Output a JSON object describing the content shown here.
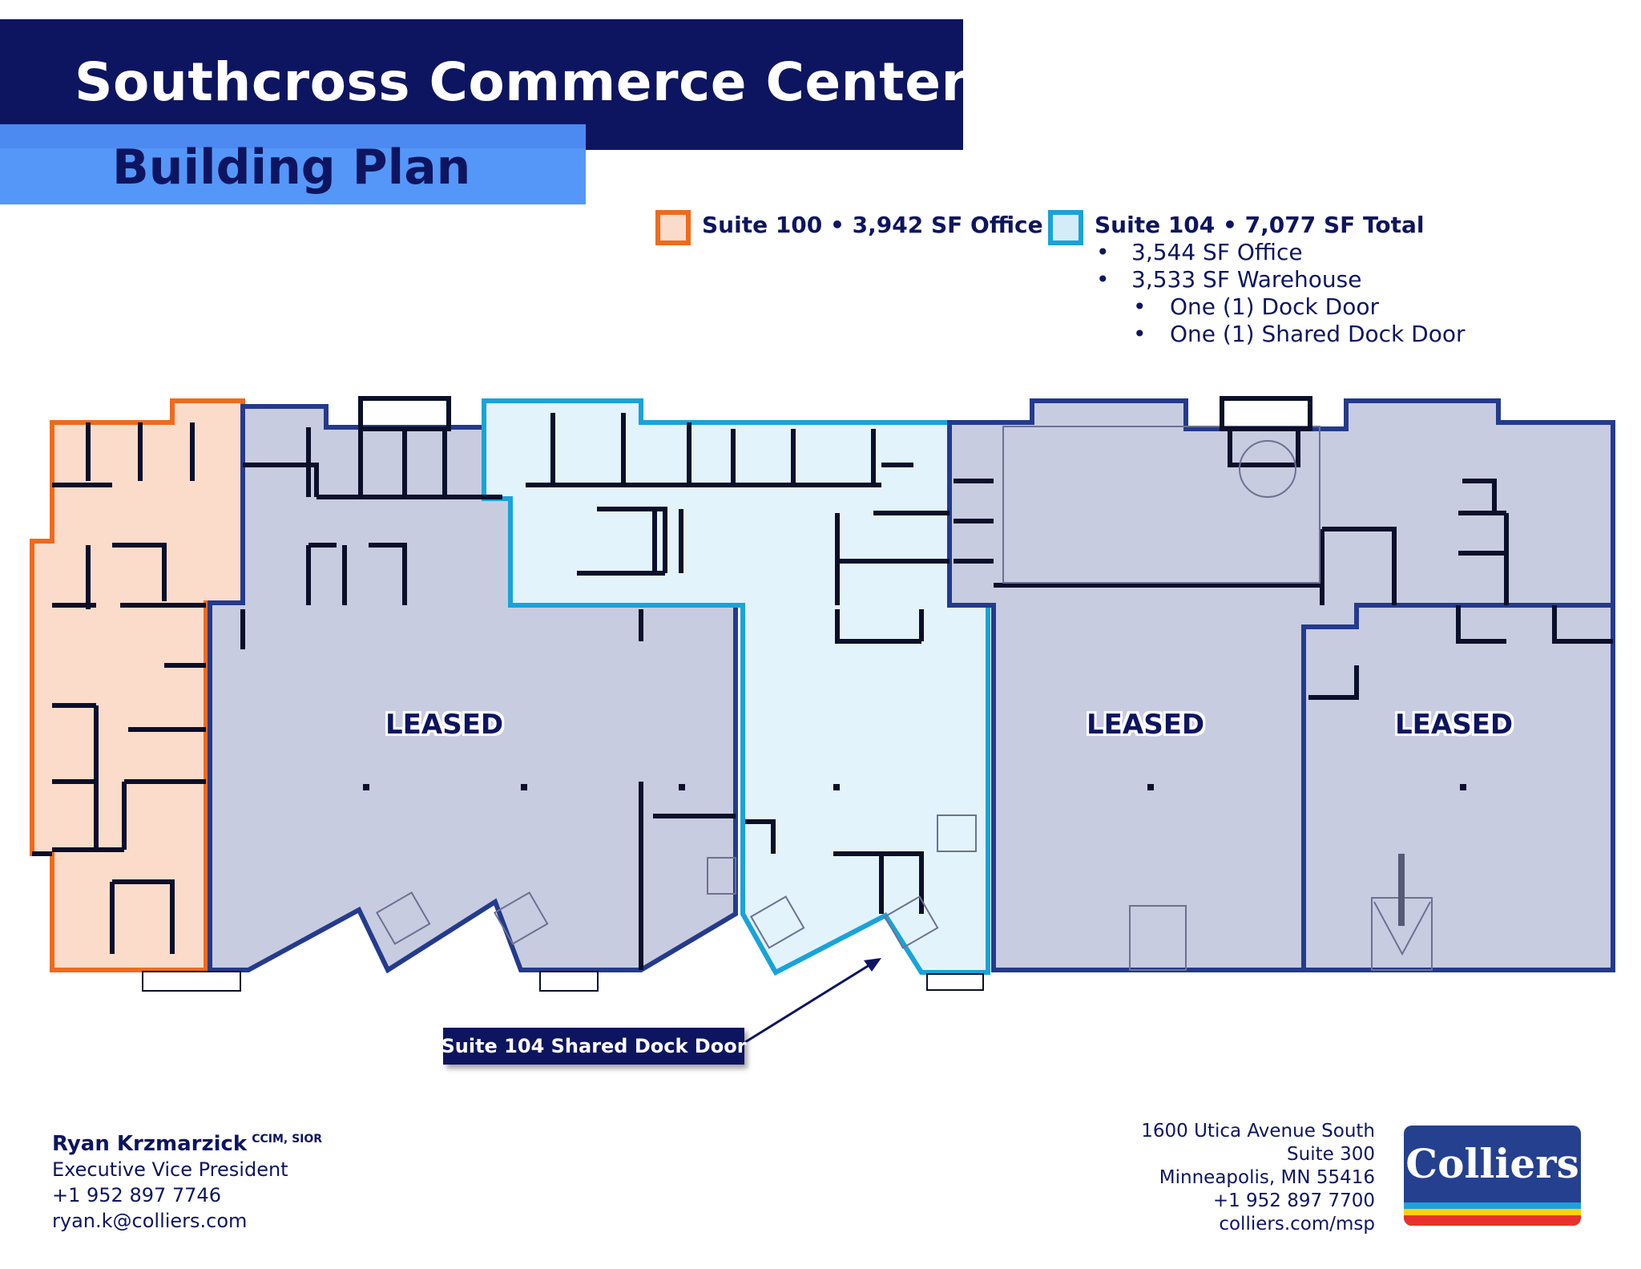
{
  "header": {
    "title": "Southcross Commerce Center II",
    "subtitle": "Building Plan"
  },
  "legend": {
    "suite100": {
      "label": "Suite 100 • 3,942 SF Office",
      "swatch_fill": "#fbdccb",
      "swatch_border": "#f06a1c"
    },
    "suite104": {
      "label": "Suite 104 • 7,077 SF Total",
      "swatch_fill": "#d4ecf8",
      "swatch_border": "#18a3d9",
      "items": [
        {
          "bullet": "•",
          "text": "3,544 SF Office"
        },
        {
          "bullet": "•",
          "text": "3,533 SF Warehouse"
        }
      ],
      "subitems": [
        {
          "bullet": "•",
          "text": "One (1) Dock Door"
        },
        {
          "bullet": "•",
          "text": "One (1) Shared Dock Door"
        }
      ]
    }
  },
  "plan": {
    "leased_labels": [
      "LEASED",
      "LEASED",
      "LEASED"
    ],
    "callout": "Suite 104 Shared Dock Door",
    "colors": {
      "suite100_fill": "#fbdccb",
      "suite100_outline": "#f06a1c",
      "suite104_fill": "#e3f3fb",
      "suite104_outline": "#18a3d9",
      "leased_fill": "#c8cce1",
      "leased_outline": "#243a8c",
      "wall": "#0a0f2a"
    }
  },
  "contact": {
    "name": "Ryan Krzmarzick",
    "credentials": "CCIM, SIOR",
    "title": "Executive Vice President",
    "phone": "+1 952 897 7746",
    "email": "ryan.k@colliers.com"
  },
  "office": {
    "line1": "1600 Utica Avenue South",
    "line2": "Suite 300",
    "line3": "Minneapolis, MN 55416",
    "phone": "+1 952 897 7700",
    "web": "colliers.com/msp"
  },
  "logo": {
    "text": "Colliers",
    "background": "#25408f",
    "stripes": [
      "#1ea1dc",
      "#ffd200",
      "#e8322b"
    ]
  }
}
